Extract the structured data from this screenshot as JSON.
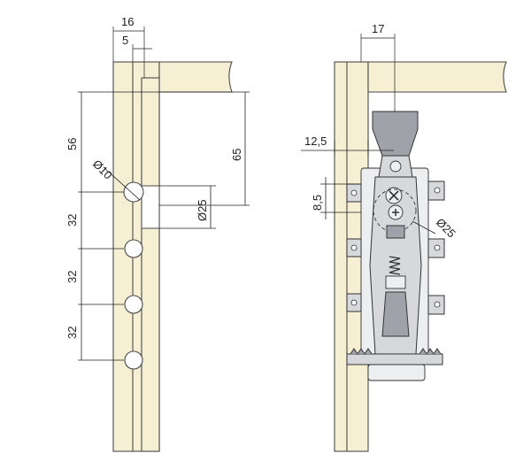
{
  "colors": {
    "wood_fill": "#f6efd3",
    "outline": "#4a4a4a",
    "metal_fill": "#d6d8dc",
    "metal_dark": "#9fa3a9",
    "background": "#ffffff"
  },
  "left_view": {
    "dims": {
      "width_total": "16",
      "width_offset": "5",
      "height_to_first_hole": "56",
      "height_to_second_centre": "65",
      "hole_diameter": "Ø10",
      "plate_diameter": "Ø25",
      "spacing_1": "32",
      "spacing_2": "32",
      "spacing_3": "32"
    },
    "holes_count": 4
  },
  "right_view": {
    "dims": {
      "top_width": "17",
      "left_offset": "12,5",
      "small_height": "8,5",
      "mount_diameter": "Ø25"
    }
  }
}
